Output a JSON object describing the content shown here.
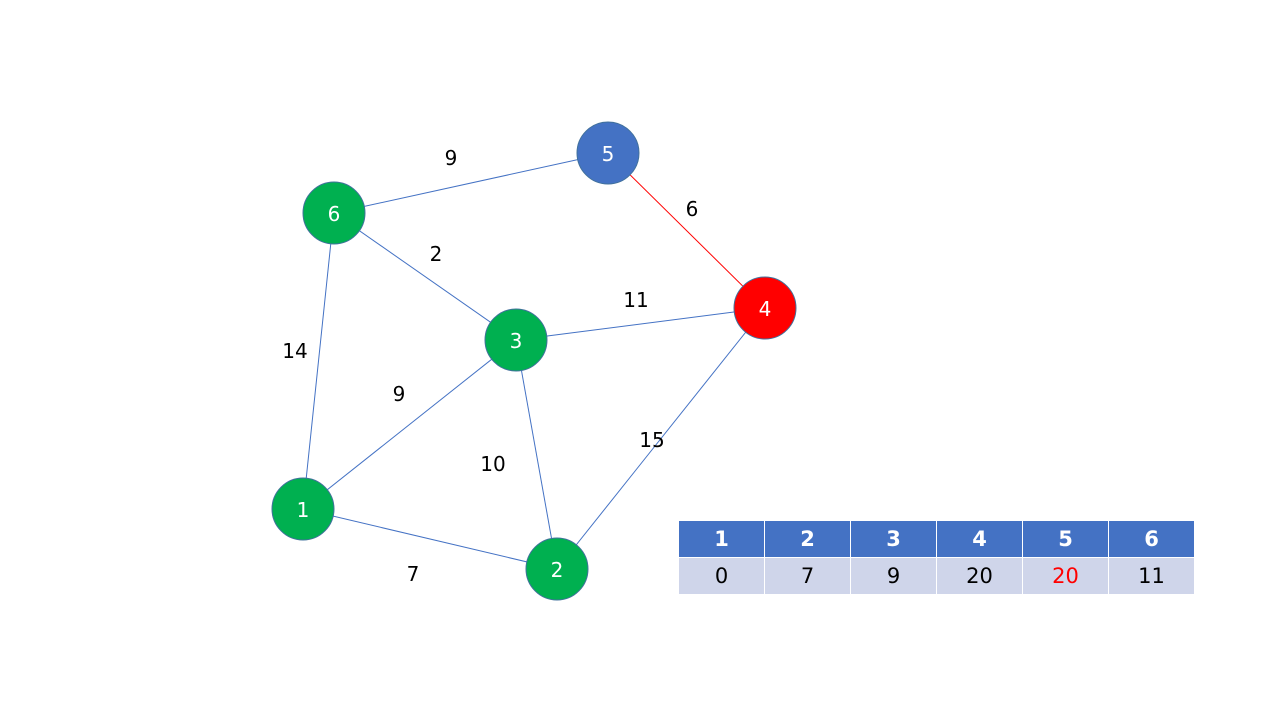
{
  "colors": {
    "visited": "#00b050",
    "current": "#ff0000",
    "next": "#4472c4",
    "edge": "#4472c4",
    "highlight_edge": "#ff0000",
    "table_header": "#4472c4",
    "table_row": "#cfd5ea",
    "highlight_text": "#ff0000"
  },
  "graph": {
    "nodes": [
      {
        "id": "1",
        "label": "1",
        "state": "visited"
      },
      {
        "id": "2",
        "label": "2",
        "state": "visited"
      },
      {
        "id": "3",
        "label": "3",
        "state": "visited"
      },
      {
        "id": "4",
        "label": "4",
        "state": "current"
      },
      {
        "id": "5",
        "label": "5",
        "state": "next"
      },
      {
        "id": "6",
        "label": "6",
        "state": "visited"
      }
    ],
    "edges": [
      {
        "from": "6",
        "to": "5",
        "weight": "9",
        "highlight": false
      },
      {
        "from": "5",
        "to": "4",
        "weight": "6",
        "highlight": true
      },
      {
        "from": "6",
        "to": "3",
        "weight": "2",
        "highlight": false
      },
      {
        "from": "3",
        "to": "4",
        "weight": "11",
        "highlight": false
      },
      {
        "from": "6",
        "to": "1",
        "weight": "14",
        "highlight": false
      },
      {
        "from": "1",
        "to": "3",
        "weight": "9",
        "highlight": false
      },
      {
        "from": "3",
        "to": "2",
        "weight": "10",
        "highlight": false
      },
      {
        "from": "4",
        "to": "2",
        "weight": "15",
        "highlight": false
      },
      {
        "from": "1",
        "to": "2",
        "weight": "7",
        "highlight": false
      }
    ]
  },
  "table": {
    "headers": [
      "1",
      "2",
      "3",
      "4",
      "5",
      "6"
    ],
    "values": [
      "0",
      "7",
      "9",
      "20",
      "20",
      "11"
    ],
    "highlight_index": 4
  }
}
